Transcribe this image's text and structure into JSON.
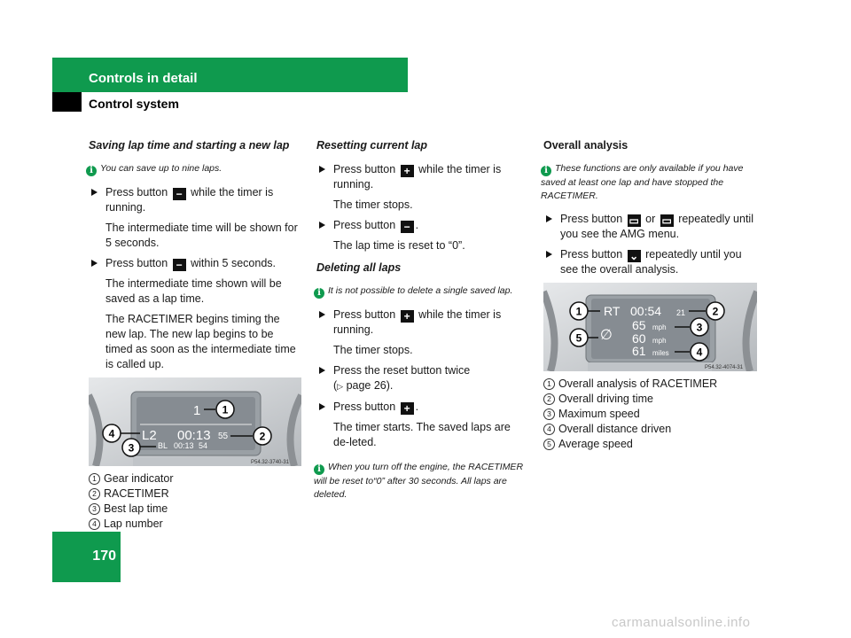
{
  "header": {
    "section": "Controls in detail",
    "subsection": "Control system"
  },
  "page_number": "170",
  "col1": {
    "heading": "Saving lap time and starting a new lap",
    "note": "You can save up to nine laps.",
    "step1_a": "Press button ",
    "step1_b": " while the timer is running.",
    "para1": "The intermediate time will be shown for 5 seconds.",
    "step2_a": "Press button ",
    "step2_b": " within 5 seconds.",
    "para2": "The intermediate time shown will be saved as a lap time.",
    "para3": "The RACETIMER begins timing the new lap. The new lap begins to be timed as soon as the intermediate time is called up.",
    "figure": {
      "n1": "1",
      "l2": "L2",
      "time": "00:13",
      "n55": "55",
      "bl": "BL",
      "bltime": "00:13",
      "n54": "54",
      "code": "P54.32-3740-31"
    },
    "legend": [
      "Gear indicator",
      "RACETIMER",
      "Best lap time",
      "Lap number"
    ],
    "legend_nums": [
      "1",
      "2",
      "3",
      "4"
    ]
  },
  "col2": {
    "heading": "Resetting current lap",
    "step1_a": "Press button ",
    "step1_b": " while the timer is running.",
    "para1": "The timer stops.",
    "step2_a": "Press button ",
    "step2_b": ".",
    "para2": "The lap time is reset to “0”.",
    "heading2": "Deleting all laps",
    "note": "It is not possible to delete a single saved lap.",
    "step3_a": "Press button ",
    "step3_b": " while the timer is running.",
    "para3": "The timer stops.",
    "step4_a": "Press the reset button twice",
    "step4_b": "(",
    "step4_c": " page 26).",
    "step5_a": "Press button ",
    "step5_b": ".",
    "para4": "The timer starts. The saved laps are de-leted.",
    "note2": "When you turn off the engine, the RACETIMER will be reset to“0” after 30 seconds. All laps are deleted."
  },
  "col3": {
    "heading": "Overall analysis",
    "note": "These functions are only available if you have saved at least one lap and have stopped the RACETIMER.",
    "step1_a": "Press button ",
    "step1_or": " or ",
    "step1_b": " repeatedly until you see the AMG menu.",
    "step2_a": "Press button ",
    "step2_b": " repeatedly until you see the overall analysis.",
    "figure": {
      "rt": "RT",
      "time": "00:54",
      "n21": "21",
      "v65": "65",
      "u65": "mph",
      "v60": "60",
      "u60": "mph",
      "v61": "61",
      "u61": "miles",
      "avg": "∅",
      "code": "P54.32-4074-31"
    },
    "legend": [
      "Overall analysis of RACETIMER",
      "Overall driving time",
      "Maximum speed",
      "Overall distance driven",
      "Average speed"
    ],
    "legend_nums": [
      "1",
      "2",
      "3",
      "4",
      "5"
    ]
  },
  "symbols": {
    "minus": "−",
    "plus": "+",
    "info": "i",
    "pageref": "▷"
  },
  "footer": {
    "watermark": "carmanualsonline.info"
  }
}
